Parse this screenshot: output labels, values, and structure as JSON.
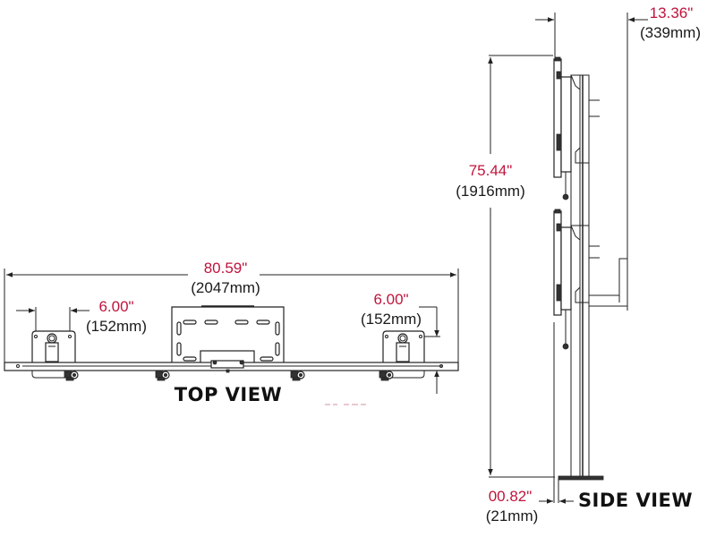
{
  "top_view": {
    "label": "TOP VIEW",
    "overall_width": {
      "inches": "80.59\"",
      "mm": "(2047mm)"
    },
    "left_offset": {
      "inches": "6.00\"",
      "mm": "(152mm)"
    },
    "right_offset": {
      "inches": "6.00\"",
      "mm": "(152mm)"
    }
  },
  "side_view": {
    "label": "SIDE VIEW",
    "height": {
      "inches": "75.44\"",
      "mm": "(1916mm)"
    },
    "depth": {
      "inches": "13.36\"",
      "mm": "(339mm)"
    },
    "base_offset": {
      "inches": "00.82\"",
      "mm": "(21mm)"
    }
  },
  "colors": {
    "dimension_accent": "#c0143c",
    "line": "#222222",
    "background": "#ffffff"
  }
}
